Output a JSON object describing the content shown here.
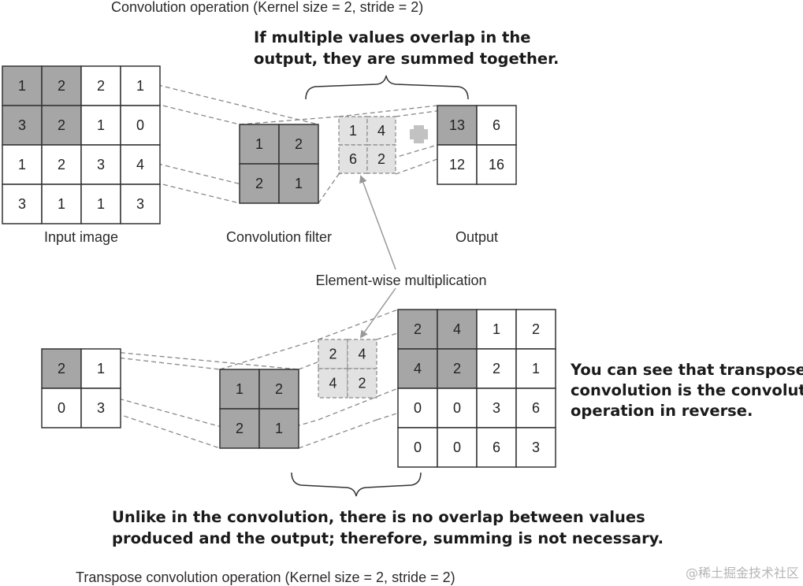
{
  "colors": {
    "dark_cell": "#a6a6a6",
    "light_cell": "#e2e2e2",
    "white_cell": "#ffffff",
    "grid_line": "#333333",
    "dashed_line": "#888888",
    "plus": "#c2c2c2"
  },
  "top": {
    "title": "Convolution operation (Kernel size = 2, stride = 2)",
    "input_label": "Input image",
    "filter_label": "Convolution filter",
    "output_label": "Output",
    "overlap_note_line1": "If multiple values overlap in the",
    "overlap_note_line2": "output, they are summed together.",
    "input": [
      [
        "1",
        "2",
        "2",
        "1"
      ],
      [
        "3",
        "2",
        "1",
        "0"
      ],
      [
        "1",
        "2",
        "3",
        "4"
      ],
      [
        "3",
        "1",
        "1",
        "3"
      ]
    ],
    "filter": [
      [
        "1",
        "2"
      ],
      [
        "2",
        "1"
      ]
    ],
    "product": [
      [
        "1",
        "4"
      ],
      [
        "6",
        "2"
      ]
    ],
    "output": [
      [
        "13",
        "6"
      ],
      [
        "12",
        "16"
      ]
    ],
    "plus_icon": "plus-icon"
  },
  "middle": {
    "element_wise_label": "Element-wise multiplication"
  },
  "bottom": {
    "title": "Transpose convolution operation (Kernel size = 2, stride = 2)",
    "reverse_note_line1": "You can see that transpose",
    "reverse_note_line2": "convolution is the convolution",
    "reverse_note_line3": "operation in reverse.",
    "no_overlap_note_line1": "Unlike in the convolution, there is no overlap between values",
    "no_overlap_note_line2": "produced and the output; therefore, summing is not necessary.",
    "input": [
      [
        "2",
        "1"
      ],
      [
        "0",
        "3"
      ]
    ],
    "filter": [
      [
        "1",
        "2"
      ],
      [
        "2",
        "1"
      ]
    ],
    "product": [
      [
        "2",
        "4"
      ],
      [
        "4",
        "2"
      ]
    ],
    "output": [
      [
        "2",
        "4",
        "1",
        "2"
      ],
      [
        "4",
        "2",
        "2",
        "1"
      ],
      [
        "0",
        "0",
        "3",
        "6"
      ],
      [
        "0",
        "0",
        "6",
        "3"
      ]
    ]
  },
  "watermark": "@稀土掘金技术社区"
}
